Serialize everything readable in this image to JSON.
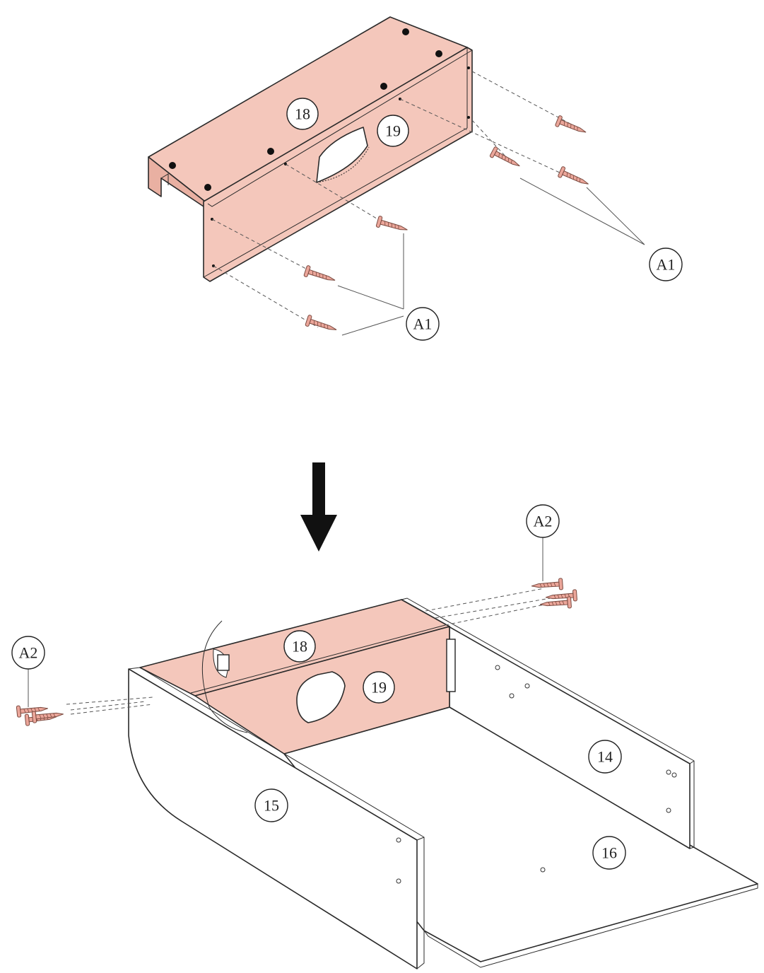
{
  "colors": {
    "part_highlight": "#f4c7bb",
    "part_highlight_dark": "#e9b0a2",
    "screw": "#eba69a",
    "line": "#2a2a2a",
    "arrow": "#111111",
    "panel": "#ffffff"
  },
  "top_assembly": {
    "part_labels": {
      "top_board": "18",
      "front_board": "19"
    },
    "fastener_labels": {
      "right_group": "A1",
      "left_group": "A1"
    }
  },
  "direction_arrow": {
    "icon": "arrow-down-icon"
  },
  "bottom_assembly": {
    "part_labels": {
      "top_board": "18",
      "front_board": "19",
      "right_side_panel": "14",
      "left_side_panel": "15",
      "bottom_board": "16"
    },
    "fastener_labels": {
      "right_group": "A2",
      "left_group": "A2"
    }
  }
}
